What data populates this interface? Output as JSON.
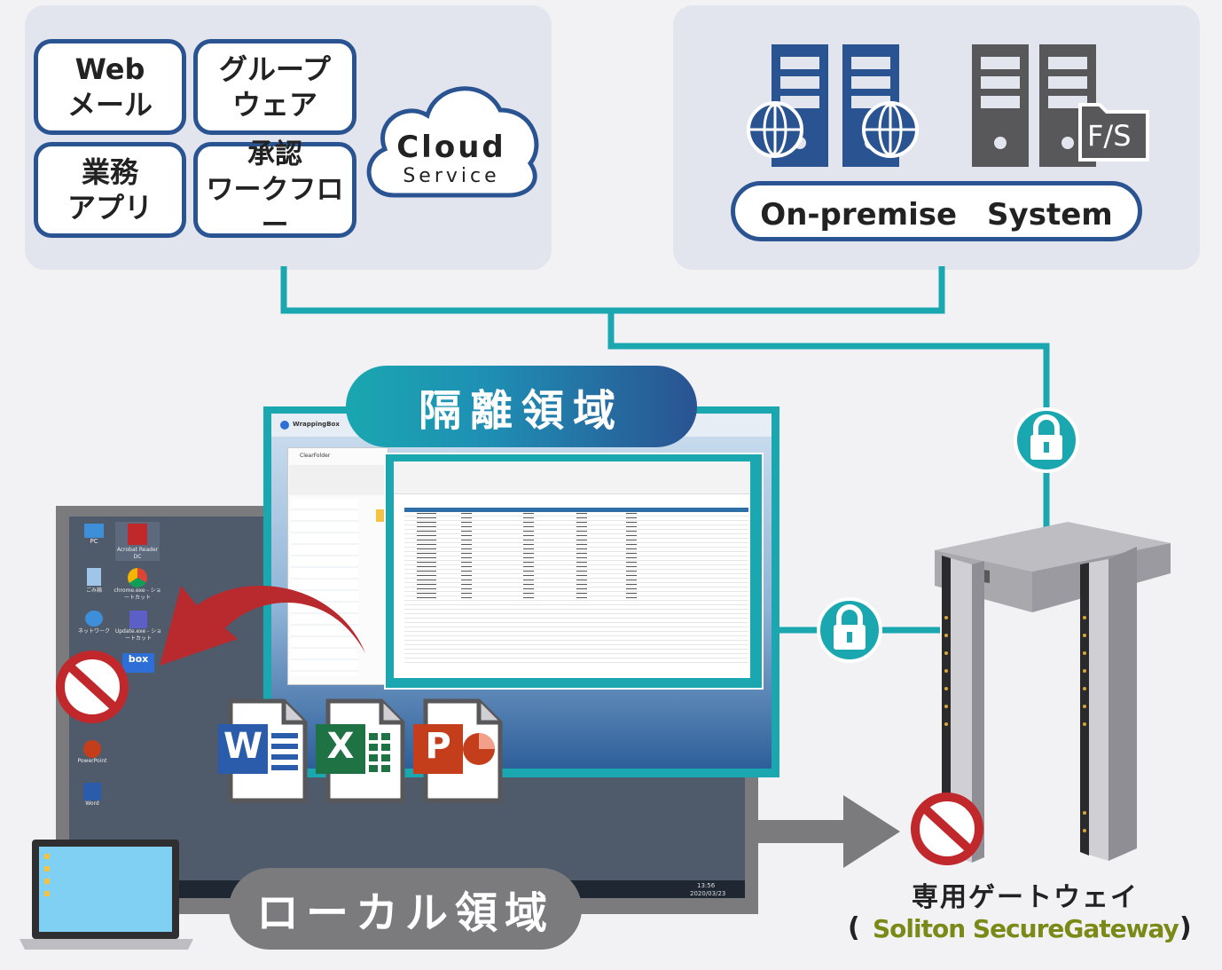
{
  "cloud_panel": {
    "apps": [
      {
        "label": "Web\nメール"
      },
      {
        "label": "グループ\nウェア"
      },
      {
        "label": "業務\nアプリ"
      },
      {
        "label": "承認\nワークフロー"
      }
    ],
    "cloud_title": "Cloud",
    "cloud_subtitle": "Service"
  },
  "onprem_panel": {
    "fs_label": "F/S",
    "system_label": "On-premise　System"
  },
  "isolated": {
    "label": "隔離領域",
    "app_name": "WrappingBox",
    "folder_name": "ClearFolder"
  },
  "local": {
    "label": "ローカル領域",
    "desktop_icons": [
      {
        "label": "PC"
      },
      {
        "label": "Acrobat Reader DC"
      },
      {
        "label": "ごみ箱"
      },
      {
        "label": "chrome.exe - ショートカット"
      },
      {
        "label": "ネットワーク"
      },
      {
        "label": "Update.exe - ショートカット"
      },
      {
        "label": "box"
      },
      {
        "label": "PowerPoint"
      },
      {
        "label": "Word"
      }
    ],
    "taskbar_time": "13:56",
    "taskbar_date": "2020/03/23"
  },
  "gateway": {
    "title": "専用ゲートウェイ",
    "product_open": "(",
    "product_name": "Soliton SecureGateway",
    "product_close": ")"
  },
  "file_icons": [
    {
      "letter": "W",
      "color": "#2b5cab"
    },
    {
      "letter": "X",
      "color": "#1f7244"
    },
    {
      "letter": "P",
      "color": "#c43e1c"
    }
  ],
  "colors": {
    "navy": "#2a5392",
    "teal": "#1aa7b0",
    "red": "#c0282c",
    "gray": "#7b7b7e"
  }
}
